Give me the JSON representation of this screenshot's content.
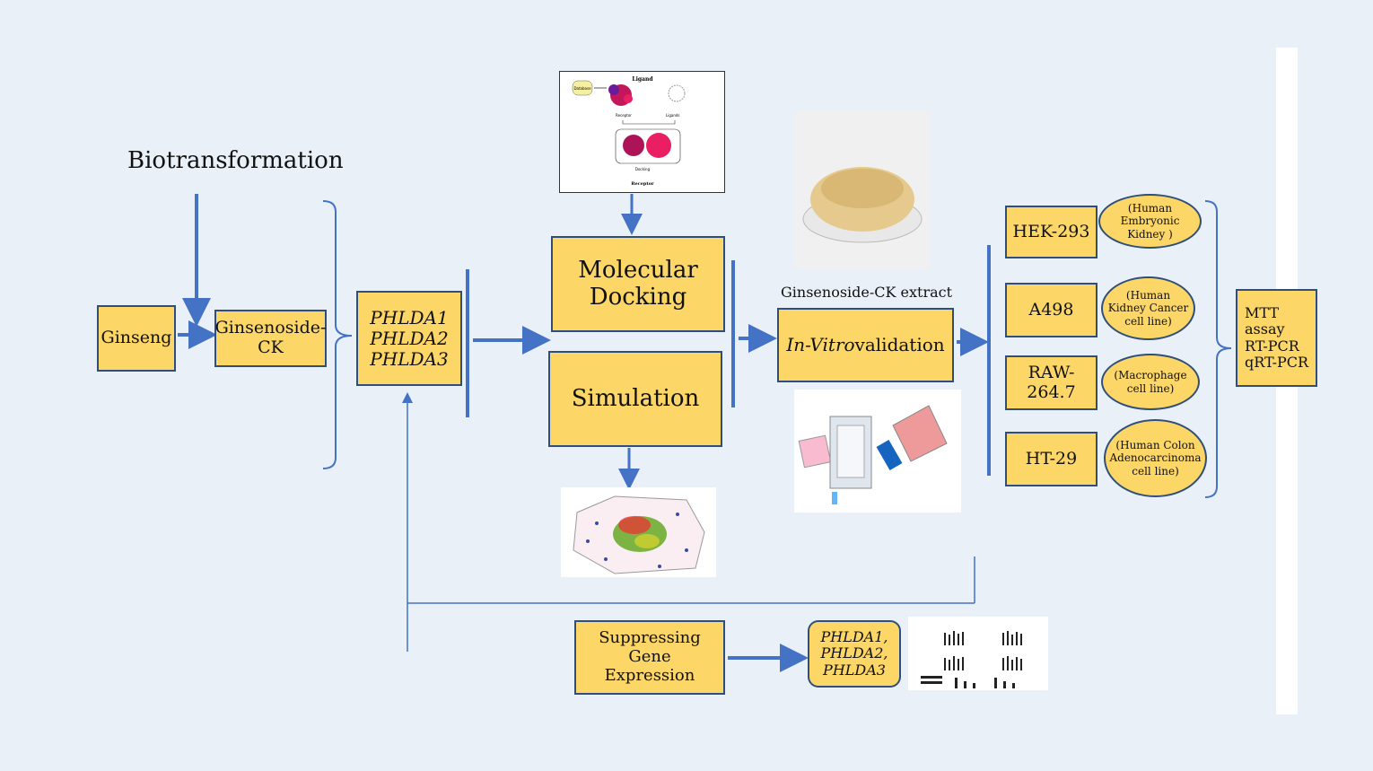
{
  "labels": {
    "biotransformation": "Biotransformation",
    "ginseng": "Ginseng",
    "ginsenoside_ck": "Ginsenoside-CK",
    "genes": [
      "PHLDA1",
      "PHLDA2",
      "PHLDA3"
    ],
    "molecular_docking": "Molecular Docking",
    "simulation": "Simulation",
    "extract_caption": "Ginsenoside-CK extract",
    "in_vitro_italic": "In-Vitro",
    "in_vitro_rest": "validation",
    "suppressing": "Suppressing Gene Expression",
    "genes_comma": [
      "PHLDA1,",
      "PHLDA2,",
      "PHLDA3"
    ],
    "assays": [
      "MTT",
      "assay",
      "RT-PCR",
      "qRT-PCR"
    ]
  },
  "cell_lines": [
    {
      "name": "HEK-293",
      "desc": "(Human Embryonic Kidney )"
    },
    {
      "name": "A498",
      "desc": "(Human Kidney Cancer cell line)"
    },
    {
      "name": "RAW-264.7",
      "desc": "(Macrophage cell line)"
    },
    {
      "name": "HT-29",
      "desc": "(Human Colon Adenocarcinoma cell line)"
    }
  ],
  "docking_image": {
    "title": "Ligand",
    "database": "Database",
    "receptor": "Receptor",
    "ligands": "Ligands",
    "docking": "Docking",
    "footer": "Receptor"
  },
  "colors": {
    "box_fill": "#fcd667",
    "line": "#4472c4",
    "bg": "#eaf0f8"
  }
}
